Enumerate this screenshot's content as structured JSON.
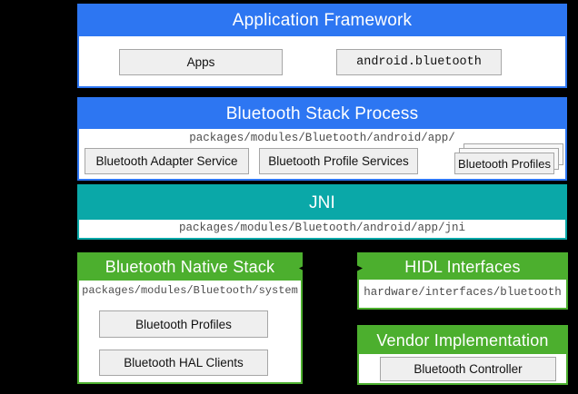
{
  "sections": {
    "app_framework": {
      "title": "Application Framework",
      "apps_label": "Apps",
      "api_label": "android.bluetooth"
    },
    "stack_process": {
      "title": "Bluetooth Stack Process",
      "path": "packages/modules/Bluetooth/android/app/",
      "adapter_service_label": "Bluetooth Adapter Service",
      "profile_services_label": "Bluetooth Profile Services",
      "profiles_label": "Bluetooth Profiles"
    },
    "jni": {
      "title": "JNI",
      "path": "packages/modules/Bluetooth/android/app/jni"
    },
    "native_stack": {
      "title": "Bluetooth Native Stack",
      "path": "packages/modules/Bluetooth/system",
      "profiles_label": "Bluetooth Profiles",
      "hal_clients_label": "Bluetooth HAL Clients"
    },
    "hidl": {
      "title": "HIDL Interfaces",
      "path": "hardware/interfaces/bluetooth"
    },
    "vendor": {
      "title": "Vendor Implementation",
      "controller_label": "Bluetooth Controller"
    }
  },
  "colors": {
    "background": "#000000",
    "blue": "#2d76f2",
    "teal": "#0aa8a8",
    "green": "#4caf2e",
    "box_fill": "#efefef",
    "box_border": "#a6a6a6",
    "path_text": "#4d4d4d",
    "arrow": "#000000"
  }
}
